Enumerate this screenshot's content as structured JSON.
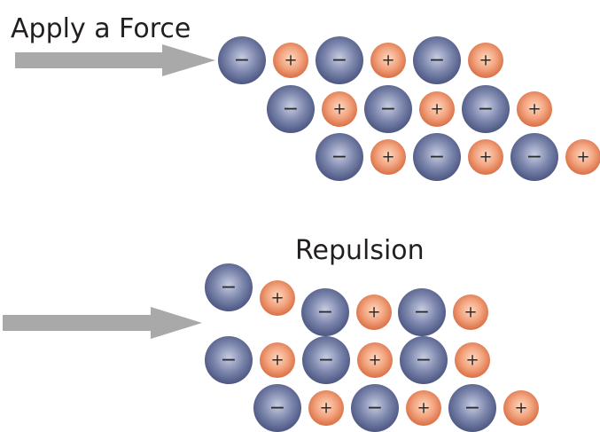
{
  "labels": {
    "apply_force": "Apply a Force",
    "repulsion": "Repulsion"
  },
  "ion_signs": {
    "anion": "−",
    "cation": "+"
  },
  "colors": {
    "anion_light": "#c7cde2",
    "anion_mid": "#7d87ad",
    "anion_dark": "#4b5682",
    "cation_light": "#ffd9c2",
    "cation_mid": "#f2a37e",
    "cation_dark": "#d96f45",
    "arrow": "#a9a9a9",
    "text": "#231f20"
  },
  "panels": [
    {
      "name": "before-force",
      "rows": [
        [
          "anion",
          "cation",
          "anion",
          "cation",
          "anion",
          "cation"
        ],
        [
          "anion",
          "cation",
          "anion",
          "cation",
          "anion",
          "cation"
        ],
        [
          "anion",
          "cation",
          "anion",
          "cation",
          "anion",
          "cation"
        ]
      ]
    },
    {
      "name": "after-force",
      "rows": [
        [
          "anion",
          "cation",
          "anion",
          "cation",
          "anion",
          "cation"
        ],
        [
          "anion",
          "cation",
          "anion",
          "cation",
          "anion",
          "cation"
        ],
        [
          "anion",
          "cation",
          "anion",
          "cation",
          "anion",
          "cation"
        ]
      ]
    }
  ]
}
